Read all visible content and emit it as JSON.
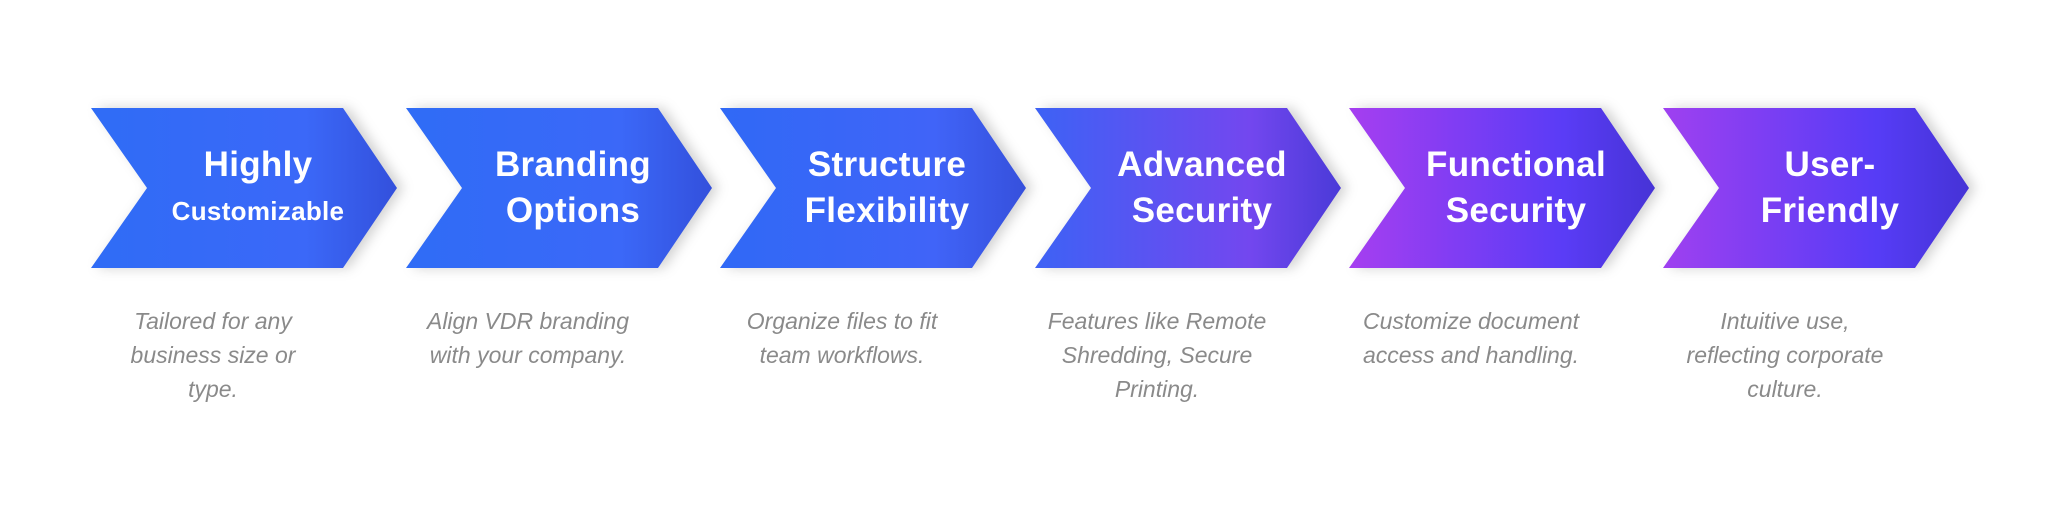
{
  "steps": [
    {
      "title_line1": "Highly",
      "title_line2": "Customizable",
      "description": "Tailored for any business size or type.",
      "colors": [
        "#2f6cf6",
        "#3b68f8",
        "#3350dc"
      ]
    },
    {
      "title_line1": "Branding",
      "title_line2": "Options",
      "description": "Align VDR branding with your company.",
      "colors": [
        "#2f6cf6",
        "#3b68f8",
        "#3350dc"
      ]
    },
    {
      "title_line1": "Structure",
      "title_line2": "Flexibility",
      "description": "Organize files to fit team workflows.",
      "colors": [
        "#3069f6",
        "#4064f8",
        "#3650dc"
      ]
    },
    {
      "title_line1": "Advanced",
      "title_line2": "Security",
      "description": "Features like Remote Shredding, Secure Printing.",
      "colors": [
        "#3d62f5",
        "#7347ef",
        "#4a3ad8"
      ]
    },
    {
      "title_line1": "Functional",
      "title_line2": "Security",
      "description": "Customize document access and handling.",
      "colors": [
        "#a63ef0",
        "#5a3cf6",
        "#4633d6"
      ]
    },
    {
      "title_line1": "User-",
      "title_line2": "Friendly",
      "description": "Intuitive use, reflecting corporate culture.",
      "colors": [
        "#9f40f0",
        "#563cf6",
        "#4533d6"
      ]
    }
  ]
}
